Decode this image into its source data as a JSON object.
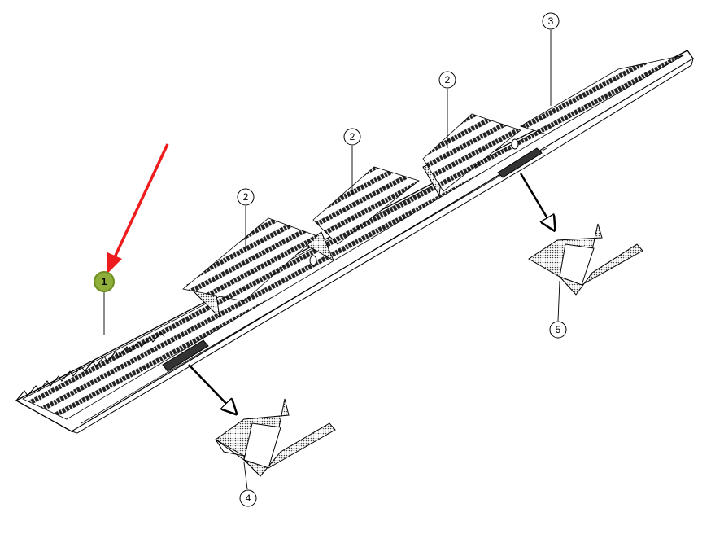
{
  "diagram": {
    "callouts": [
      {
        "id": "callout-1",
        "label": "1",
        "highlighted": true
      },
      {
        "id": "callout-2a",
        "label": "2",
        "highlighted": false
      },
      {
        "id": "callout-2b",
        "label": "2",
        "highlighted": false
      },
      {
        "id": "callout-2c",
        "label": "2",
        "highlighted": false
      },
      {
        "id": "callout-3",
        "label": "3",
        "highlighted": false
      },
      {
        "id": "callout-4",
        "label": "4",
        "highlighted": false
      },
      {
        "id": "callout-5",
        "label": "5",
        "highlighted": false
      }
    ],
    "colors": {
      "highlight": "#8fae3a",
      "pointer_arrow": "#ee1c1c",
      "line": "#000000"
    }
  }
}
